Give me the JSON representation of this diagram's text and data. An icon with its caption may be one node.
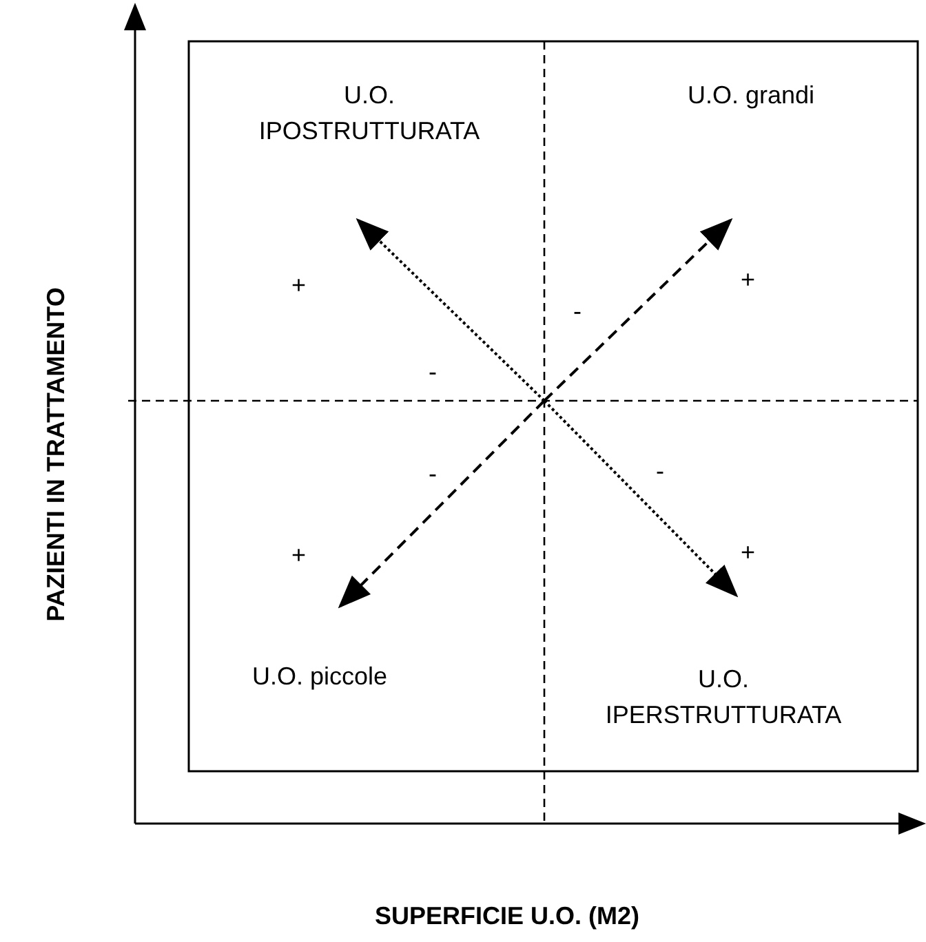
{
  "diagram": {
    "nodes": [
      {
        "text": [
          "U.O. IPOSTRUTTURATA"
        ]
      },
      {
        "text": [
          "U.O. grandi"
        ]
      },
      {
        "text": [
          "U.O. piccole"
        ]
      },
      {
        "text": [
          "U.O. IPERSTRUTTURATA"
        ]
      }
    ],
    "labels": [
      "PAZIENTI IN TRATTAMENTO",
      "+",
      "+",
      "-",
      "-",
      "-",
      "-",
      "+",
      "+",
      "SUPERFICIE U.O. (M2)"
    ]
  }
}
